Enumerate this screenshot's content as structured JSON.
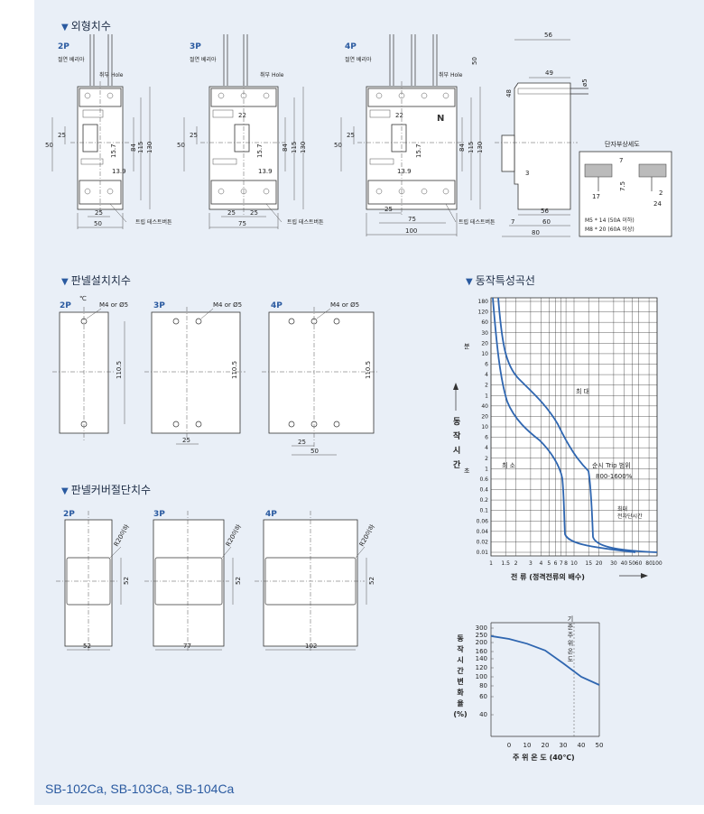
{
  "sections": {
    "outline": "외형치수",
    "panel_mount": "판넬설치치수",
    "panel_cut": "판넬커버절단치수",
    "curve": "동작특성곡선"
  },
  "poles": {
    "p2": "2P",
    "p3": "3P",
    "p4": "4P"
  },
  "outline": {
    "insulation_barrier": "절연 베리아",
    "mount_hole": "취부 Hole",
    "trip_test_button": "트립 테스트버튼",
    "dims_2p": {
      "w": "50",
      "w_half": "25",
      "h_center": "25",
      "h_side": "50",
      "d15_7": "15.7",
      "d13_9": "13.9",
      "d84": "84",
      "d115": "115",
      "d130": "130"
    },
    "dims_3p": {
      "w": "75",
      "w_a": "25",
      "w_b": "25",
      "d22": "22",
      "h_center": "25",
      "h_side": "50",
      "d15_7": "15.7",
      "d13_9": "13.9",
      "d84": "84",
      "d115": "115",
      "d130": "130"
    },
    "dims_4p": {
      "w": "100",
      "w_a": "75",
      "w_b": "25",
      "d22": "22",
      "h_center": "25",
      "h_side": "50",
      "d15_7": "15.7",
      "d13_9": "13.9",
      "d84": "84",
      "d115": "115",
      "d130": "130"
    },
    "side": {
      "d56_top": "56",
      "d49": "49",
      "d5": "ø5",
      "d50": "50",
      "d48": "48",
      "d3": "3",
      "d56_bot": "56",
      "d7": "7",
      "d60": "60",
      "d80": "80"
    },
    "terminal": {
      "title": "단자부상세도",
      "d7": "7",
      "d17": "17",
      "d7_5": "7.5",
      "d2": "2",
      "d24": "24",
      "note1": "M5 * 14 (50A 이하)",
      "note2": "M8 * 20 (60A 이상)"
    }
  },
  "panel_mount": {
    "hole_label": "M4 or Ø5",
    "d110_5": "110.5",
    "d25_3p": "25",
    "d25_4p": "25",
    "d50_4p": "50"
  },
  "panel_cut": {
    "r20": "R20이하",
    "d52": "52",
    "w2p": "52",
    "w3p": "77",
    "w4p": "102"
  },
  "trip_chart": {
    "y_ticks": [
      "180",
      "120",
      "60",
      "30",
      "20",
      "10",
      "6",
      "4",
      "2",
      "1",
      "40",
      "20",
      "10",
      "6",
      "4",
      "2",
      "1",
      "0.6",
      "0.4",
      "0.2",
      "0.1",
      "0.06",
      "0.04",
      "0.02",
      "0.01"
    ],
    "x_ticks": [
      "1",
      "1.5",
      "2",
      "3",
      "4",
      "5",
      "6",
      "7",
      "8",
      "10",
      "15",
      "20",
      "30",
      "40",
      "50",
      "60",
      "80",
      "100"
    ],
    "unit_min": "분",
    "unit_sec": "초",
    "ylabel": [
      "동",
      "작",
      "시",
      "간"
    ],
    "xlabel": "전 류 (정격전류의 배수)",
    "max_label": "최 대",
    "min_label": "최 소",
    "instant_label1": "순시 Trip 범위",
    "instant_label2": "800-1600%",
    "total_label1": "최대",
    "total_label2": "전차단시간"
  },
  "temp_chart": {
    "y_ticks": [
      "300",
      "250",
      "200",
      "160",
      "140",
      "120",
      "100",
      "80",
      "60",
      "40"
    ],
    "x_ticks": [
      "0",
      "10",
      "20",
      "30",
      "40",
      "50"
    ],
    "ylabel": [
      "동",
      "작",
      "시",
      "간",
      "변",
      "화",
      "율",
      "(%)"
    ],
    "xlabel": "주 위 온 도 (40℃)",
    "ref_label": [
      "기",
      "준",
      "주",
      "위",
      "온",
      "도"
    ],
    "points": [
      [
        -10,
        245
      ],
      [
        0,
        225
      ],
      [
        10,
        195
      ],
      [
        20,
        165
      ],
      [
        30,
        130
      ],
      [
        40,
        100
      ],
      [
        50,
        82
      ]
    ]
  },
  "footer": "SB-102Ca, SB-103Ca, SB-104Ca"
}
